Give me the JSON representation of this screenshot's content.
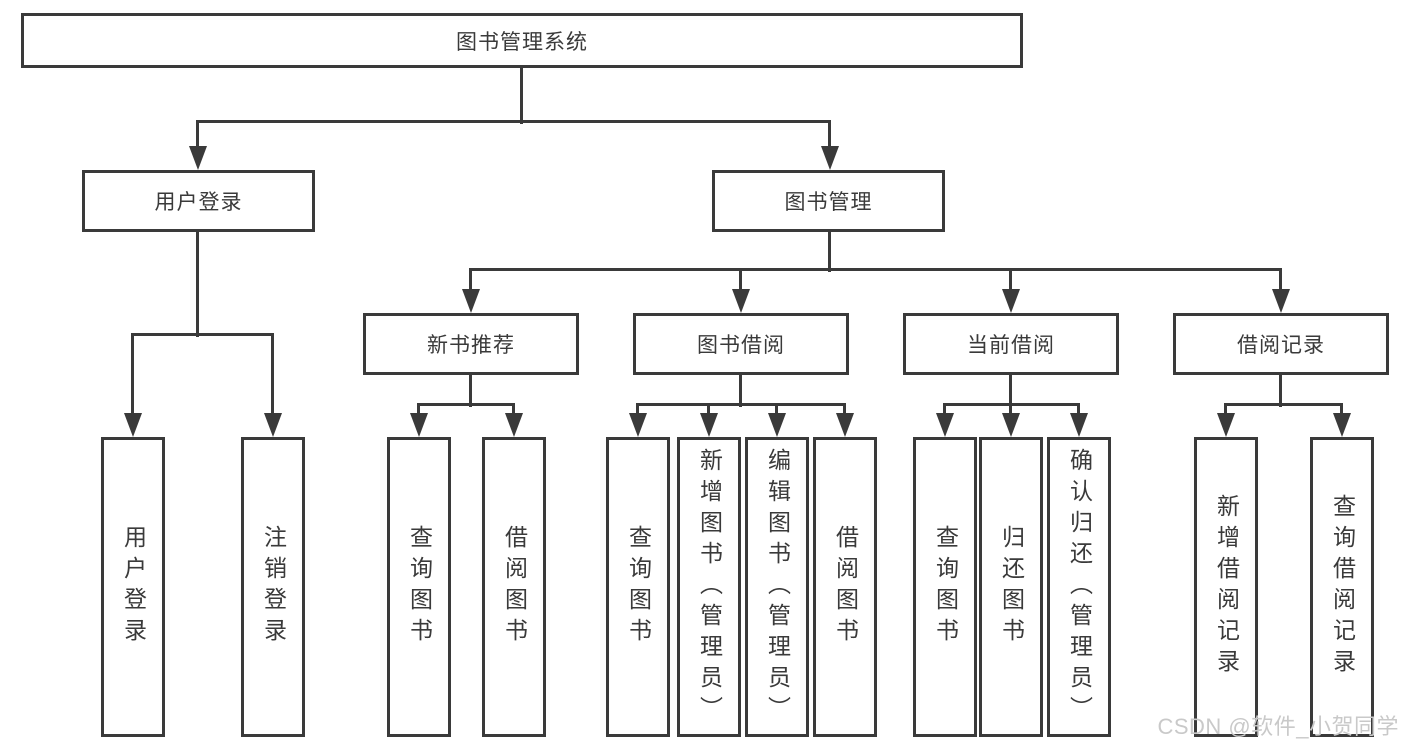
{
  "colors": {
    "line": "#3a3a3a",
    "text": "#3a3a3a",
    "background": "#ffffff",
    "watermark": "#c9c9c9"
  },
  "watermark": "CSDN @软件_小贺同学",
  "tree": {
    "root": "图书管理系统",
    "branches": [
      {
        "label": "用户登录",
        "children": [
          {
            "label": "用户登录"
          },
          {
            "label": "注销登录"
          }
        ]
      },
      {
        "label": "图书管理",
        "children": [
          {
            "label": "新书推荐",
            "children": [
              {
                "label": "查询图书"
              },
              {
                "label": "借阅图书"
              }
            ]
          },
          {
            "label": "图书借阅",
            "children": [
              {
                "label": "查询图书"
              },
              {
                "label": "新增图书（管理员）"
              },
              {
                "label": "编辑图书（管理员）"
              },
              {
                "label": "借阅图书"
              }
            ]
          },
          {
            "label": "当前借阅",
            "children": [
              {
                "label": "查询图书"
              },
              {
                "label": "归还图书"
              },
              {
                "label": "确认归还（管理员）"
              }
            ]
          },
          {
            "label": "借阅记录",
            "children": [
              {
                "label": "新增借阅记录"
              },
              {
                "label": "查询借阅记录"
              }
            ]
          }
        ]
      }
    ]
  }
}
